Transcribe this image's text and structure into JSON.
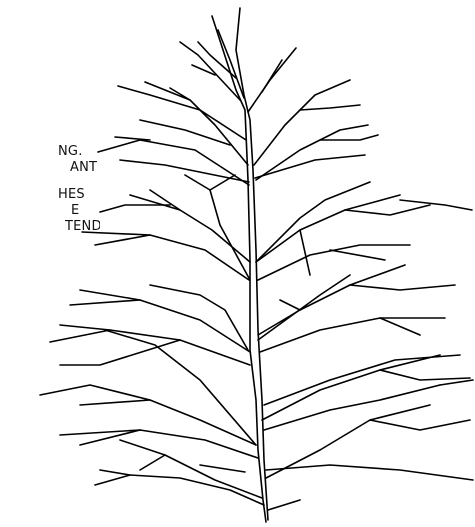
{
  "caption": {
    "lines": [
      "NG.",
      "ANT",
      "HES",
      "E",
      "TEND"
    ]
  },
  "illustration": {
    "subject": "line-drawing-of-branching-tree",
    "stroke_color": "#000000",
    "background_color": "#ffffff"
  }
}
